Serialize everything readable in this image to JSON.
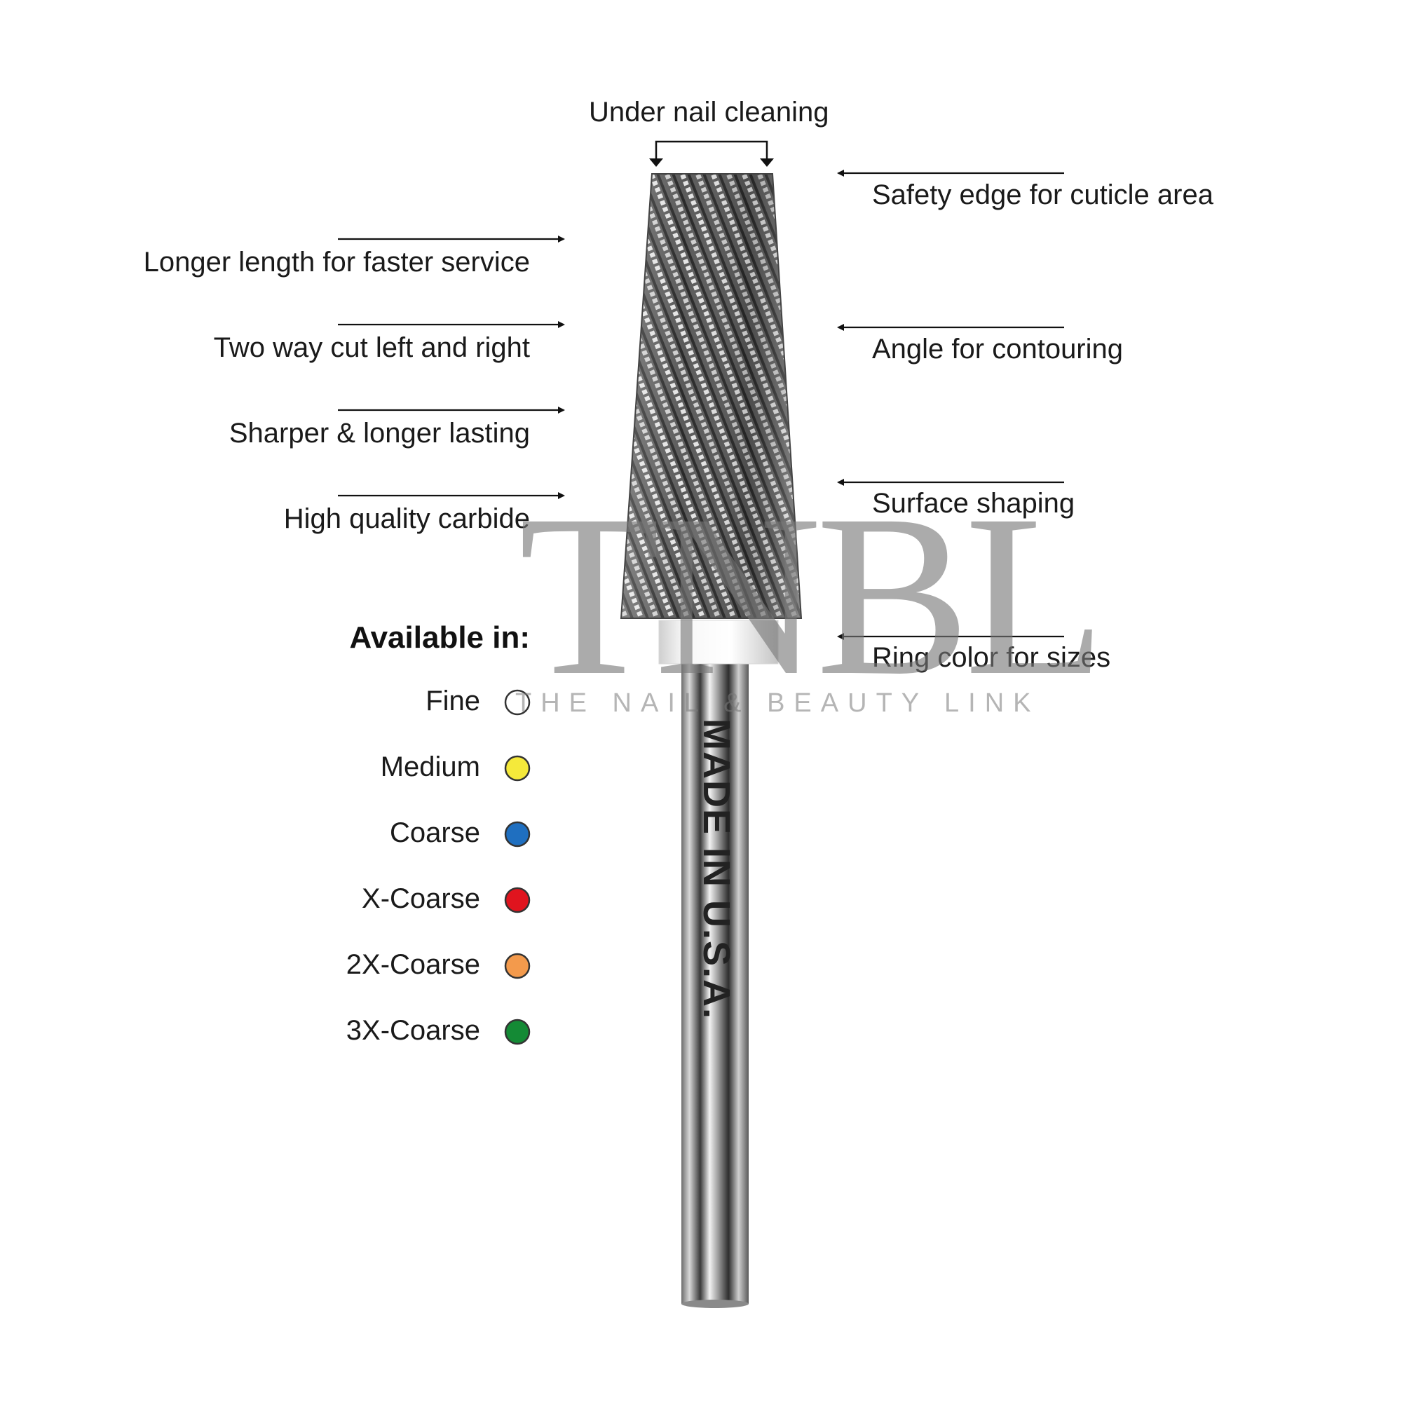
{
  "top_label": "Under nail cleaning",
  "left_labels": [
    "Longer length for faster service",
    "Two way cut left and right",
    "Sharper & longer lasting",
    "High quality carbide"
  ],
  "right_labels": [
    "Safety edge for cuticle area",
    "Angle for contouring",
    "Surface shaping",
    "Ring color for sizes"
  ],
  "available": {
    "heading": "Available in:",
    "sizes": [
      {
        "name": "Fine",
        "color": "#ffffff"
      },
      {
        "name": "Medium",
        "color": "#f5e93a"
      },
      {
        "name": "Coarse",
        "color": "#1f6fc0"
      },
      {
        "name": "X-Coarse",
        "color": "#e0141e"
      },
      {
        "name": "2X-Coarse",
        "color": "#f39a4c"
      },
      {
        "name": "3X-Coarse",
        "color": "#148a35"
      }
    ]
  },
  "shank_text": "MADE IN U.S.A.",
  "watermark": {
    "letters": "TNBL",
    "tagline": "THE NAIL & BEAUTY LINK"
  }
}
